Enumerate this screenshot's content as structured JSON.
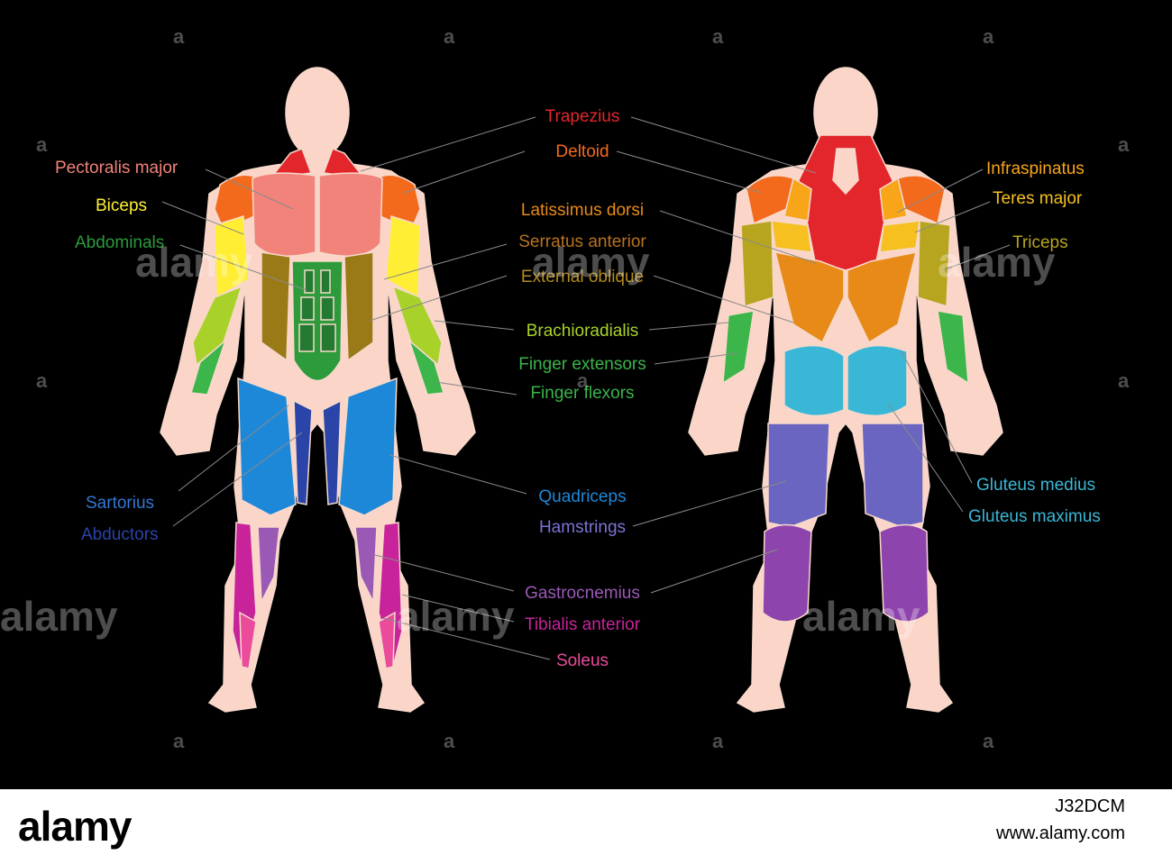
{
  "labels": {
    "pectoralis": {
      "text": "Pectoralis major",
      "color": "#f2837a"
    },
    "biceps": {
      "text": "Biceps",
      "color": "#ffee33"
    },
    "abdominals": {
      "text": "Abdominals",
      "color": "#2d9a3c"
    },
    "sartorius": {
      "text": "Sartorius",
      "color": "#3277d4"
    },
    "abductors": {
      "text": "Abductors",
      "color": "#2a44a8"
    },
    "trapezius": {
      "text": "Trapezius",
      "color": "#e3262c"
    },
    "deltoid": {
      "text": "Deltoid",
      "color": "#f36a1c"
    },
    "latissimus": {
      "text": "Latissimus dorsi",
      "color": "#e88a17"
    },
    "serratus": {
      "text": "Serratus anterior",
      "color": "#b9721e"
    },
    "oblique": {
      "text": "External oblique",
      "color": "#b28b1c"
    },
    "brachioradialis": {
      "text": "Brachioradialis",
      "color": "#a8d22a"
    },
    "finger_ext": {
      "text": "Finger extensors",
      "color": "#3cb54a"
    },
    "finger_flex": {
      "text": "Finger flexors",
      "color": "#39b54a"
    },
    "quadriceps": {
      "text": "Quadriceps",
      "color": "#1e88d8"
    },
    "hamstrings": {
      "text": "Hamstrings",
      "color": "#7a73d4"
    },
    "gastrocnemius": {
      "text": "Gastrocnemius",
      "color": "#9b59b6"
    },
    "tibialis": {
      "text": "Tibialis anterior",
      "color": "#c8239a"
    },
    "soleus": {
      "text": "Soleus",
      "color": "#ea4b9a"
    },
    "infraspinatus": {
      "text": "Infraspinatus",
      "color": "#f9a51a"
    },
    "teres": {
      "text": "Teres major",
      "color": "#f6c020"
    },
    "triceps": {
      "text": "Triceps",
      "color": "#b7a51f"
    },
    "glut_med": {
      "text": "Gluteus medius",
      "color": "#3ab7d6"
    },
    "glut_max": {
      "text": "Gluteus maximus",
      "color": "#3ab7d6"
    }
  },
  "watermark": {
    "text": "alamy",
    "mark": "a"
  },
  "footer": {
    "brand": "alamy",
    "image_id": "J32DCM",
    "site": "www.alamy.com"
  }
}
